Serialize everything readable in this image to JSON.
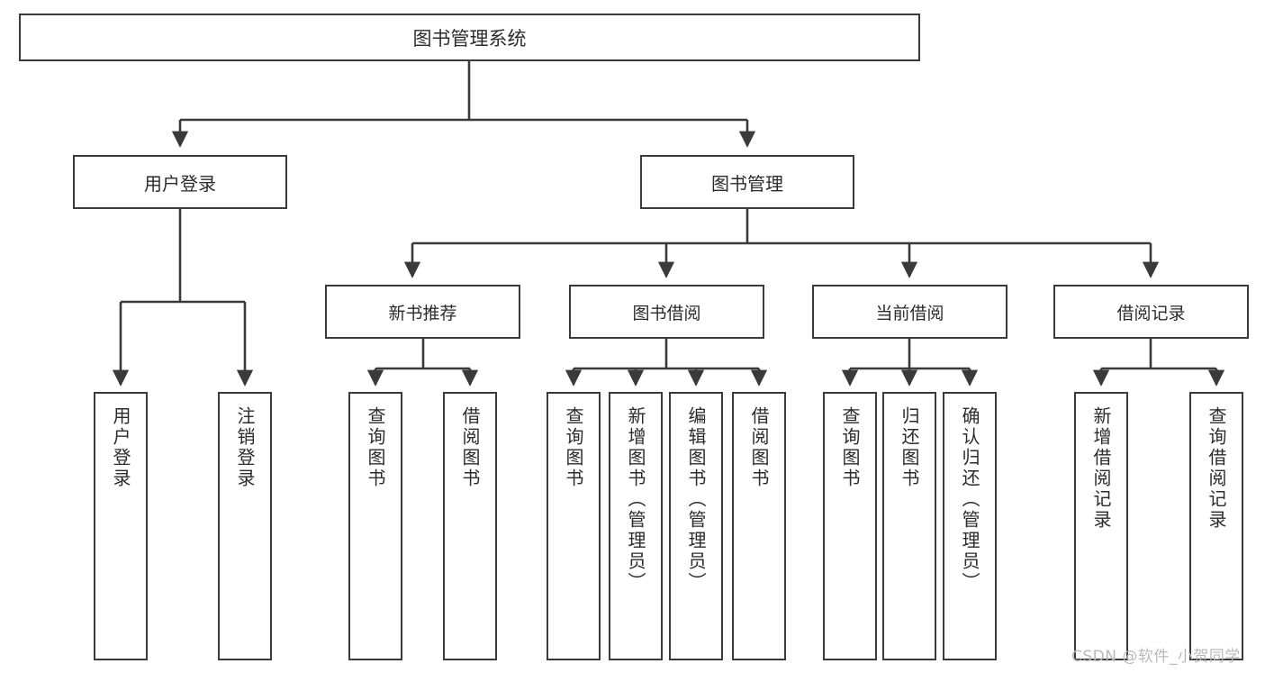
{
  "diagram": {
    "title": "图书管理系统",
    "type": "tree",
    "watermark": "CSDN @软件_小贺同学",
    "colors": {
      "box_border": "#3a3a3a",
      "box_fill": "#ffffff",
      "edge": "#3a3a3a",
      "text": "#2b2b2b",
      "watermark": "#b9b9b9"
    },
    "root": {
      "label": "图书管理系统"
    },
    "level2": [
      {
        "label": "用户登录"
      },
      {
        "label": "图书管理"
      }
    ],
    "level3": [
      {
        "label": "新书推荐"
      },
      {
        "label": "图书借阅"
      },
      {
        "label": "当前借阅"
      },
      {
        "label": "借阅记录"
      }
    ],
    "leaves": {
      "user_login": [
        {
          "label": "用户登录"
        },
        {
          "label": "注销登录"
        }
      ],
      "new_book": [
        {
          "label": "查询图书"
        },
        {
          "label": "借阅图书"
        }
      ],
      "borrow_book": [
        {
          "label": "查询图书"
        },
        {
          "label": "新增图书（管理员）"
        },
        {
          "label": "编辑图书（管理员）"
        },
        {
          "label": "借阅图书"
        }
      ],
      "current_borrow": [
        {
          "label": "查询图书"
        },
        {
          "label": "归还图书"
        },
        {
          "label": "确认归还（管理员）"
        }
      ],
      "borrow_record": [
        {
          "label": "新增借阅记录"
        },
        {
          "label": "查询借阅记录"
        }
      ]
    }
  }
}
